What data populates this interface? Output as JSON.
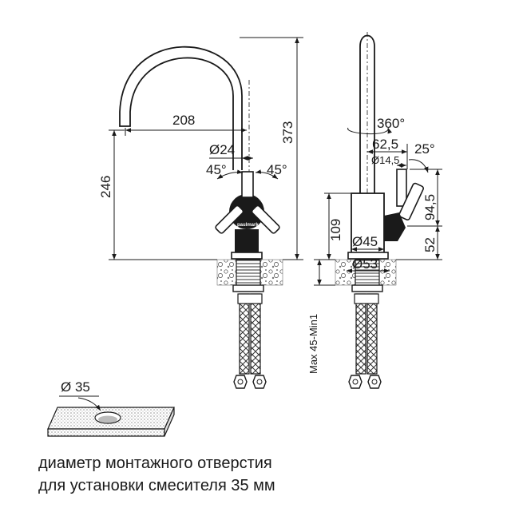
{
  "front_view": {
    "reach": "208",
    "height_total": "373",
    "spout_height": "246",
    "handle_diameter": "Ø24",
    "angle_left": "45°",
    "angle_right": "45°",
    "brand": "paulmark"
  },
  "side_view": {
    "rotation": "360°",
    "depth_handle": "62,5",
    "handle_cap_diameter": "Ø14,5",
    "tilt_angle": "25°",
    "body_height": "109",
    "handle_height": "94,5",
    "handle_base": "52",
    "body_diameter": "Ø45",
    "base_diameter": "Ø53",
    "mount_thickness": "Max 45-Min1"
  },
  "hole_detail": {
    "hole_diameter": "Ø 35"
  },
  "caption": {
    "line1": "диаметр монтажного отверстия",
    "line2": "для установки смесителя 35 мм"
  }
}
